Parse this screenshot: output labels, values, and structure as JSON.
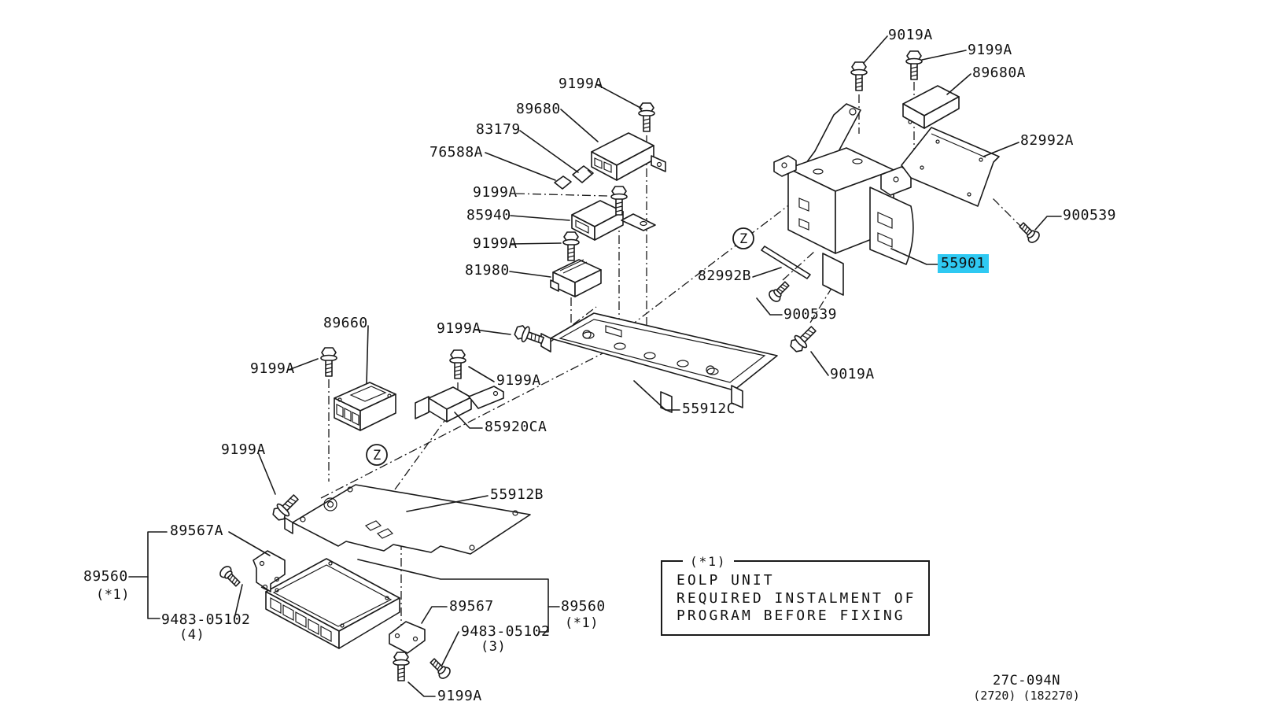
{
  "diagram": {
    "colors": {
      "background": "#ffffff",
      "line": "#1a1a1a",
      "highlight": "#2fc9f2"
    },
    "doc_code": {
      "line1": "27C-094N",
      "line2": "(2720) (182270)"
    },
    "footnote_box": {
      "title": "(*1)",
      "lines": [
        "EOLP UNIT",
        "REQUIRED INSTALMENT OF",
        "PROGRAM BEFORE FIXING"
      ]
    },
    "zone_markers": [
      "Z",
      "Z"
    ],
    "labels": [
      {
        "text": "9019A"
      },
      {
        "text": "9199A"
      },
      {
        "text": "89680A"
      },
      {
        "text": "82992A"
      },
      {
        "text": "900539"
      },
      {
        "text": "55901",
        "highlighted": true
      },
      {
        "text": "82992B"
      },
      {
        "text": "900539"
      },
      {
        "text": "9019A"
      },
      {
        "text": "9199A"
      },
      {
        "text": "89680"
      },
      {
        "text": "83179"
      },
      {
        "text": "76588A"
      },
      {
        "text": "9199A"
      },
      {
        "text": "85940"
      },
      {
        "text": "9199A"
      },
      {
        "text": "81980"
      },
      {
        "text": "9199A"
      },
      {
        "text": "9199A"
      },
      {
        "text": "85920CA"
      },
      {
        "text": "55912C"
      },
      {
        "text": "89660"
      },
      {
        "text": "9199A"
      },
      {
        "text": "9199A"
      },
      {
        "text": "55912B"
      },
      {
        "text": "89567A"
      },
      {
        "text": "89560",
        "sub": "(*1)"
      },
      {
        "text": "9483-05102",
        "sub": "(4)"
      },
      {
        "text": "89567"
      },
      {
        "text": "9483-05102",
        "sub": "(3)"
      },
      {
        "text": "89560",
        "sub": "(*1)"
      },
      {
        "text": "9199A"
      }
    ]
  }
}
